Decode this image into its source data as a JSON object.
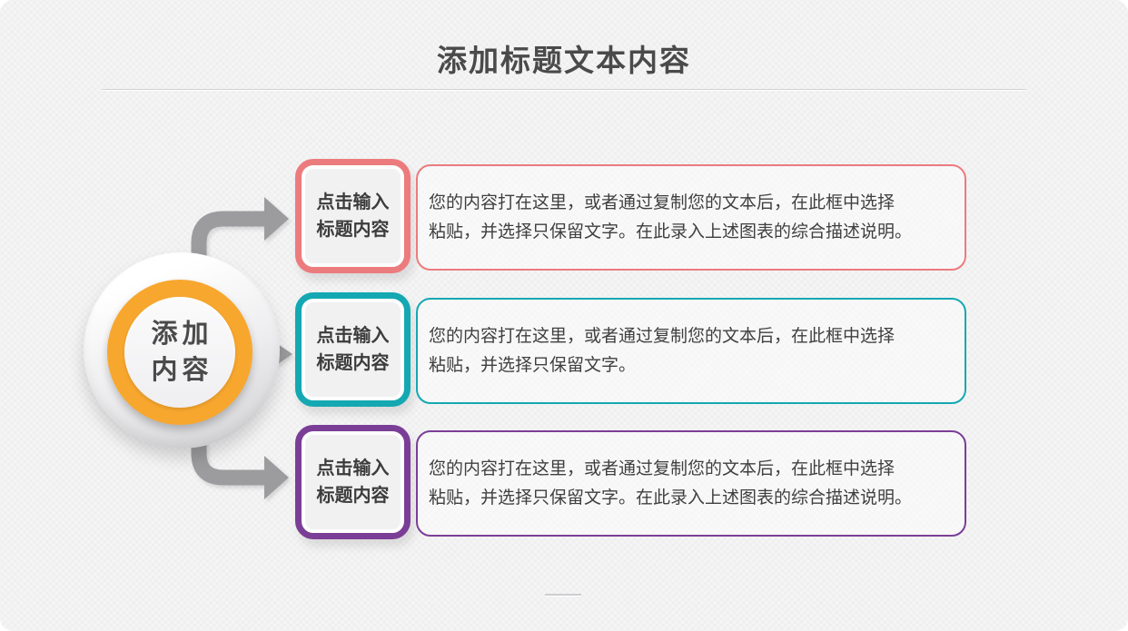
{
  "slide": {
    "title": "添加标题文本内容",
    "hub": {
      "label": "添加\n内容",
      "ring_color": "#F8A72E"
    },
    "rows": [
      {
        "accent": "#EC7B7D",
        "badge_label": "点击输入\n标题内容",
        "body": "您的内容打在这里，或者通过复制您的文本后，在此框中选择\n粘贴，并选择只保留文字。在此录入上述图表的综合描述说明。"
      },
      {
        "accent": "#14A8B2",
        "badge_label": "点击输入\n标题内容",
        "body": "您的内容打在这里，或者通过复制您的文本后，在此框中选择\n粘贴，并选择只保留文字。"
      },
      {
        "accent": "#7B3E96",
        "badge_label": "点击输入\n标题内容",
        "body": "您的内容打在这里，或者通过复制您的文本后，在此框中选择\n粘贴，并选择只保留文字。在此录入上述图表的综合描述说明。"
      }
    ],
    "arrow_color": "#9C9C9E",
    "colors": {
      "background": "#F5F5F6",
      "title_text": "#4A4A4A",
      "body_text": "#3F3F40",
      "divider": "#D0D0D3"
    }
  }
}
